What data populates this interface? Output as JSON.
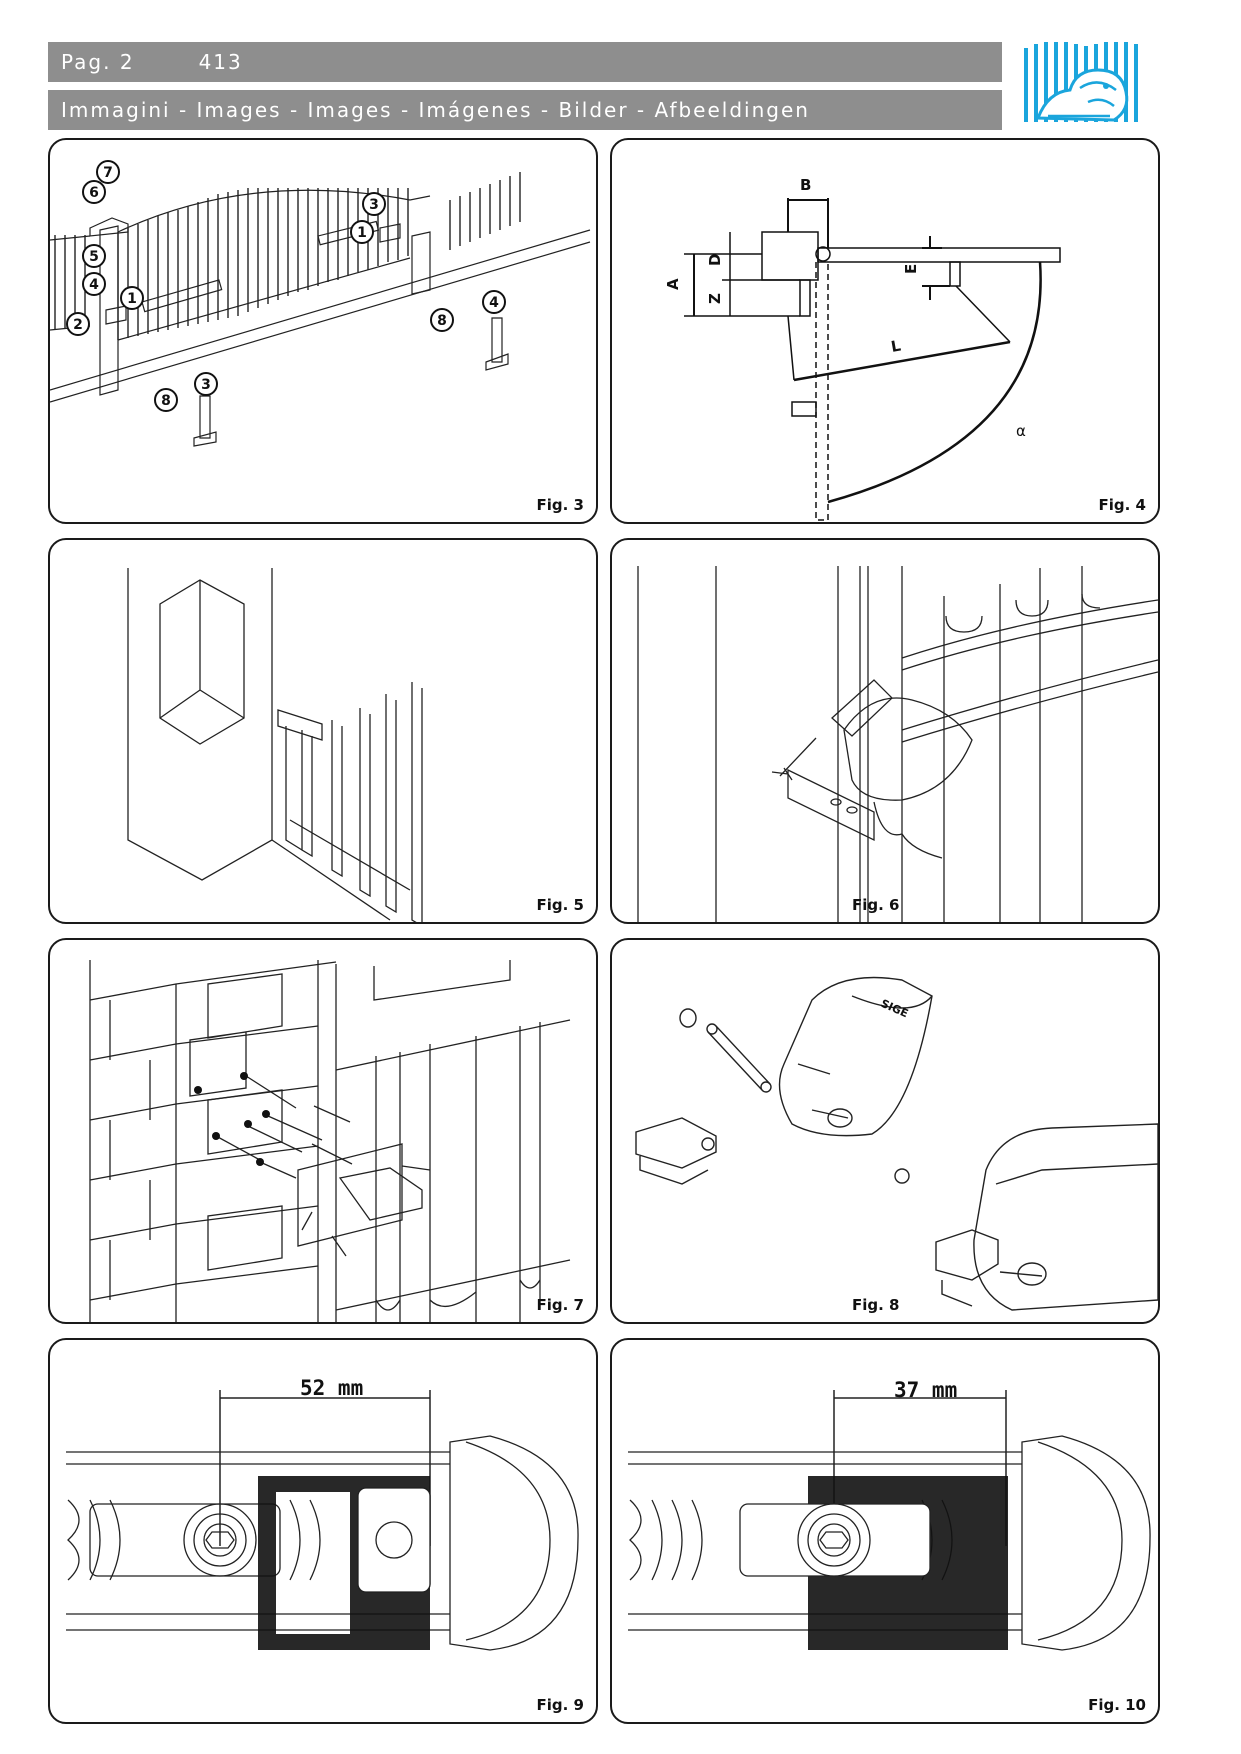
{
  "header": {
    "page_label": "Pag. 2",
    "page_code": "413",
    "subtitle": "Immagini - Images - Images - Imágenes - Bilder - Afbeeldingen"
  },
  "logo": {
    "icon": "lion-gate-logo-icon",
    "color": "#1aa5dc"
  },
  "figures": {
    "fig3": {
      "caption": "Fig. 3",
      "callouts": [
        "7",
        "6",
        "3",
        "1",
        "5",
        "4",
        "1",
        "2",
        "8",
        "4",
        "3",
        "8"
      ]
    },
    "fig4": {
      "caption": "Fig. 4",
      "labels": {
        "A": "A",
        "B": "B",
        "D": "D",
        "Z": "Z",
        "E": "E",
        "L": "L",
        "alpha": "α"
      }
    },
    "fig5": {
      "caption": "Fig. 5"
    },
    "fig6": {
      "caption": "Fig. 6"
    },
    "fig7": {
      "caption": "Fig. 7"
    },
    "fig8": {
      "caption": "Fig. 8"
    },
    "fig9": {
      "caption": "Fig. 9",
      "dimension": "52 mm"
    },
    "fig10": {
      "caption": "Fig. 10",
      "dimension": "37 mm"
    }
  },
  "colors": {
    "header_band": "#8e8e8e",
    "logo_blue": "#1aa5dc",
    "line": "#1a1a1a"
  }
}
